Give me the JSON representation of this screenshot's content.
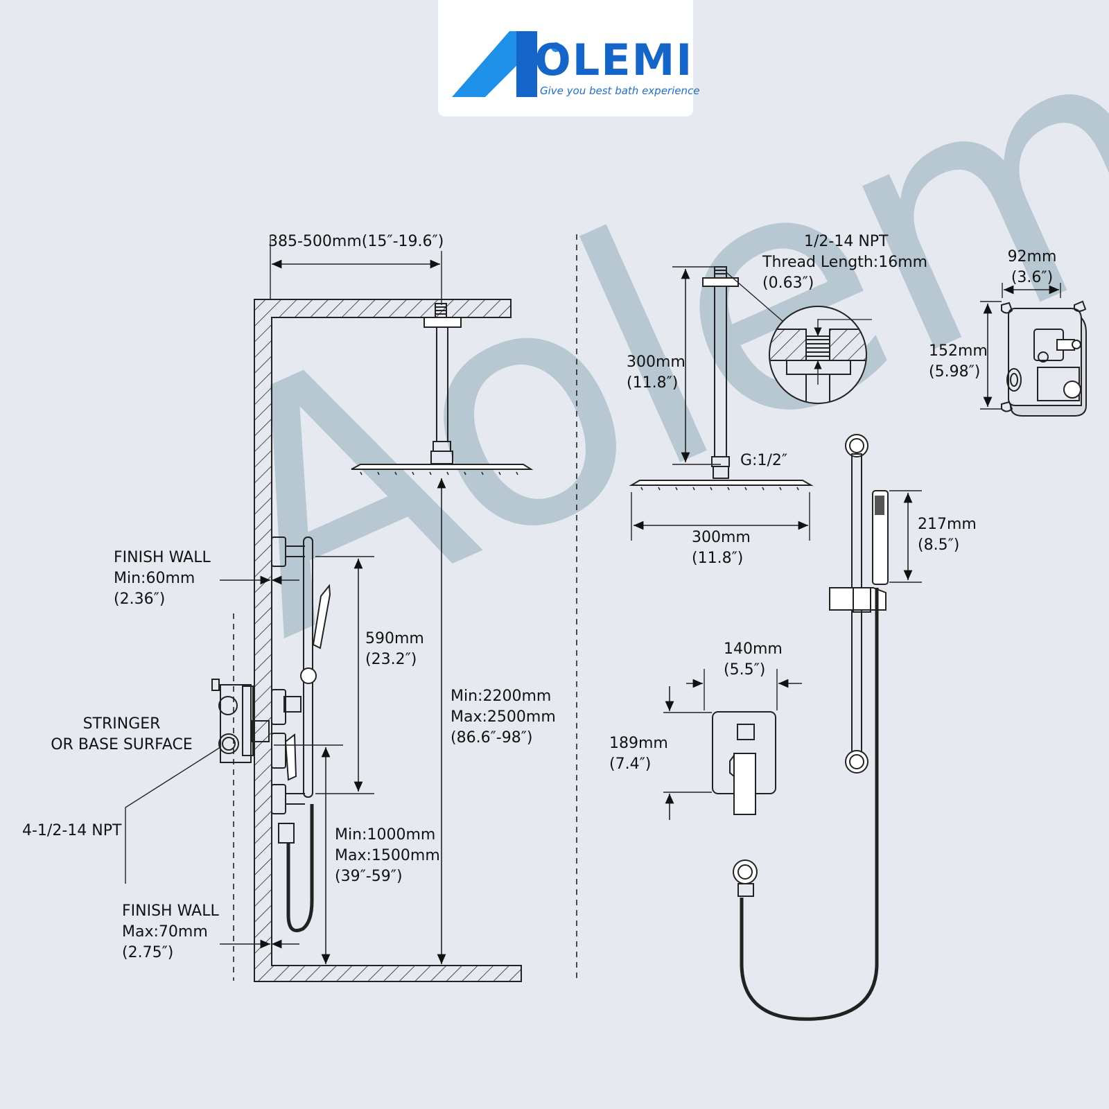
{
  "brand": {
    "name": "OLEMI",
    "tagline": "Give you best bath experience",
    "watermark": "Aolemi",
    "colors": {
      "primary": "#1565c8",
      "accent": "#1e90e8",
      "watermark": "#b7c8d3",
      "background": "#e6eaf0"
    }
  },
  "left_view": {
    "arm_reach": "385-500mm(15″-19.6″)",
    "finish_wall_top": [
      "FINISH WALL",
      "Min:60mm",
      "(2.36″)"
    ],
    "stringer": [
      "STRINGER",
      "OR BASE SURFACE"
    ],
    "npt_ports": "4-1/2-14 NPT",
    "finish_wall_bottom": [
      "FINISH WALL",
      "Max:70mm",
      "(2.75″)"
    ],
    "slide_bar_span": [
      "590mm",
      "(23.2″)"
    ],
    "shower_head_height": [
      "Min:2200mm",
      "Max:2500mm",
      "(86.6″-98″)"
    ],
    "valve_height": [
      "Min:1000mm",
      "Max:1500mm",
      "(39″-59″)"
    ]
  },
  "right_view": {
    "thread_spec": [
      "1/2-14 NPT",
      "Thread Length:16mm",
      "(0.63″)"
    ],
    "arm_length": [
      "300mm",
      "(11.8″)"
    ],
    "connection": "G:1/2″",
    "head_width": [
      "300mm",
      "(11.8″)"
    ],
    "handshower_length": [
      "217mm",
      "(8.5″)"
    ],
    "trim_width": [
      "140mm",
      "(5.5″)"
    ],
    "trim_height": [
      "189mm",
      "(7.4″)"
    ],
    "valve_body_width": [
      "92mm",
      "(3.6″)"
    ],
    "valve_body_height": [
      "152mm",
      "(5.98″)"
    ]
  }
}
